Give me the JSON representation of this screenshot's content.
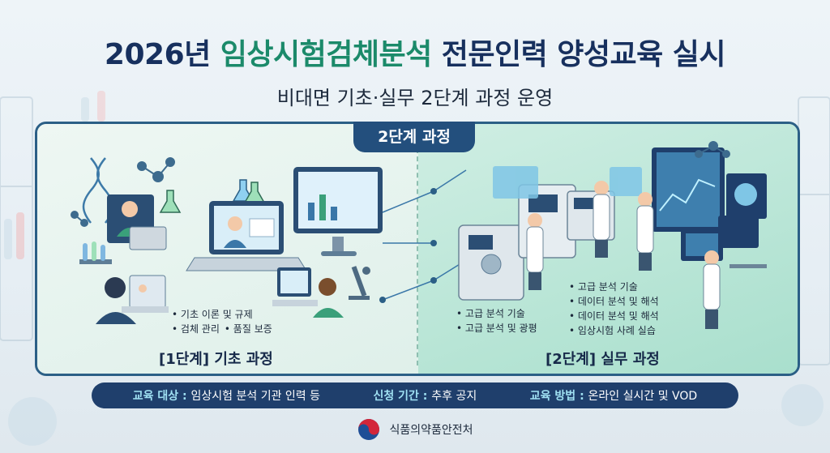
{
  "header": {
    "title_year": "2026년 ",
    "title_highlight": "임상시험검체분석",
    "title_rest": " 전문인력 양성교육 실시",
    "subtitle": "비대면 기초·실무 2단계 과정 운영"
  },
  "panel": {
    "tab_label": "2단계 과정",
    "stage1": {
      "caption": "[1단계] 기초 과정",
      "bullets": [
        "기초 이론 및 규제",
        "검체 관리",
        "품질 보증"
      ]
    },
    "stage2": {
      "caption": "[2단계] 실무 과정",
      "bullets_left": [
        "고급 분석 기술",
        "고급 분석 및 광평"
      ],
      "bullets_right": [
        "고급 분석 기술",
        "데이터 분석 및 해석",
        "데이터 분석 및 해석",
        "임상시험 사례 실습"
      ]
    }
  },
  "info": {
    "target_key": "교육 대상 : ",
    "target_val": "임상시험 분석 기관 인력 등",
    "period_key": "신청 기간 : ",
    "period_val": "추후 공지",
    "method_key": "교육 방법 : ",
    "method_val": "온라인 실시간 및 VOD"
  },
  "footer": {
    "org_name": "식품의약품안전처",
    "logo_icon": "taegeuk-emblem-icon"
  },
  "colors": {
    "navy": "#17305e",
    "highlight_green": "#1b8a6a",
    "tab_blue": "#234f7d",
    "info_bar": "#1f3f6c",
    "info_key": "#9fe0f2"
  }
}
